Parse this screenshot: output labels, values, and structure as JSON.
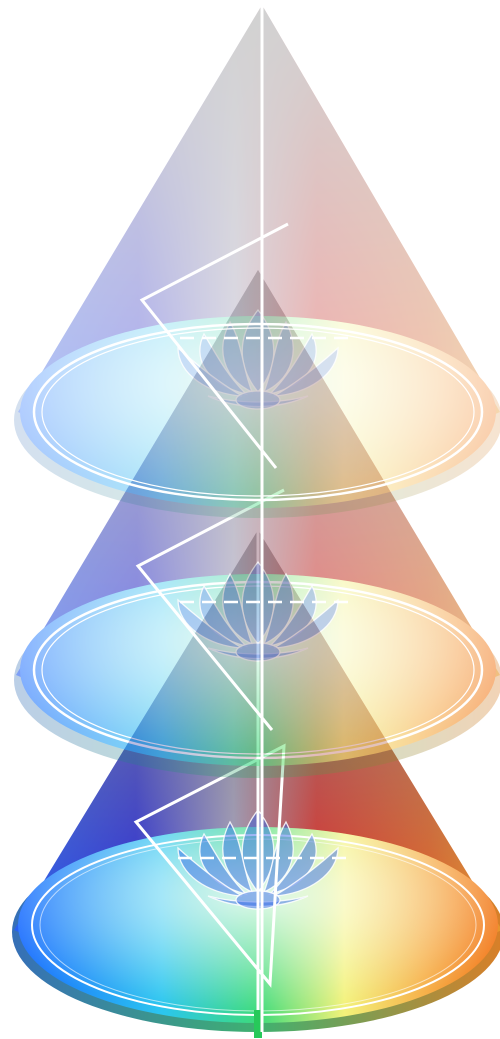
{
  "figure": {
    "description_icons": [
      "cone-icon",
      "lotus-icon",
      "triangle-icon",
      "axis-line"
    ],
    "layers": [
      {
        "id": "cone-top",
        "opacity": 0.35
      },
      {
        "id": "cone-middle",
        "opacity": 0.55
      },
      {
        "id": "cone-bottom",
        "opacity": 1.0
      }
    ],
    "colors": {
      "blue": "#0a2fd6",
      "red": "#e81a10",
      "orange": "#f07a10",
      "yellow": "#f6f06a",
      "green": "#39d36a",
      "cyan": "#27c9e6",
      "gray": "#7d7d7d",
      "white": "#ffffff"
    }
  }
}
